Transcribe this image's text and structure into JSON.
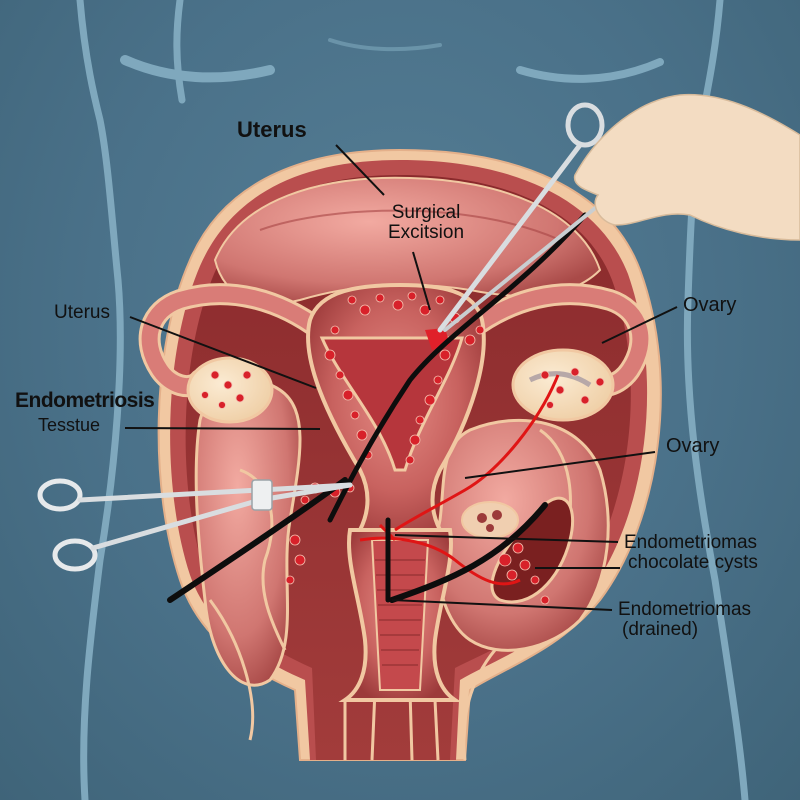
{
  "illustration": {
    "subject": "Surgical excision of endometriosis (anatomical cross-section)",
    "colors": {
      "background": "#4a7189",
      "body_outline": "#7fa8bd",
      "tissue": "#c8625f",
      "tissue_dark": "#8f2e2e",
      "tissue_light": "#e9a097",
      "border_peach": "#f1c8a2",
      "lesion_red": "#d8212a",
      "ovary_cream": "#f6dfbf",
      "instrument_steel": "#d9dde0",
      "glove": "#f3dcc2",
      "leader_line": "#111111",
      "suture_red": "#e01515"
    }
  },
  "labels": {
    "uterus_top": "Uterus",
    "surgical_excision_line1": "Surgical",
    "surgical_excision_line2": "Excitsion",
    "uterus_left": "Uterus",
    "endometriosis": "Endometriosis",
    "tesstue": "Tesstue",
    "ovary_top": "Ovary",
    "ovary_mid": "Ovary",
    "endometriomas_1": "Endometriomas",
    "chocolate_cysts": "chocolate cysts",
    "endometriomas_2": "Endometriomas",
    "drained": "(drained)"
  },
  "instruments": [
    {
      "name": "Left forceps with clamp",
      "position": "left"
    },
    {
      "name": "Right forceps held by gloved hand",
      "position": "top-right"
    }
  ]
}
